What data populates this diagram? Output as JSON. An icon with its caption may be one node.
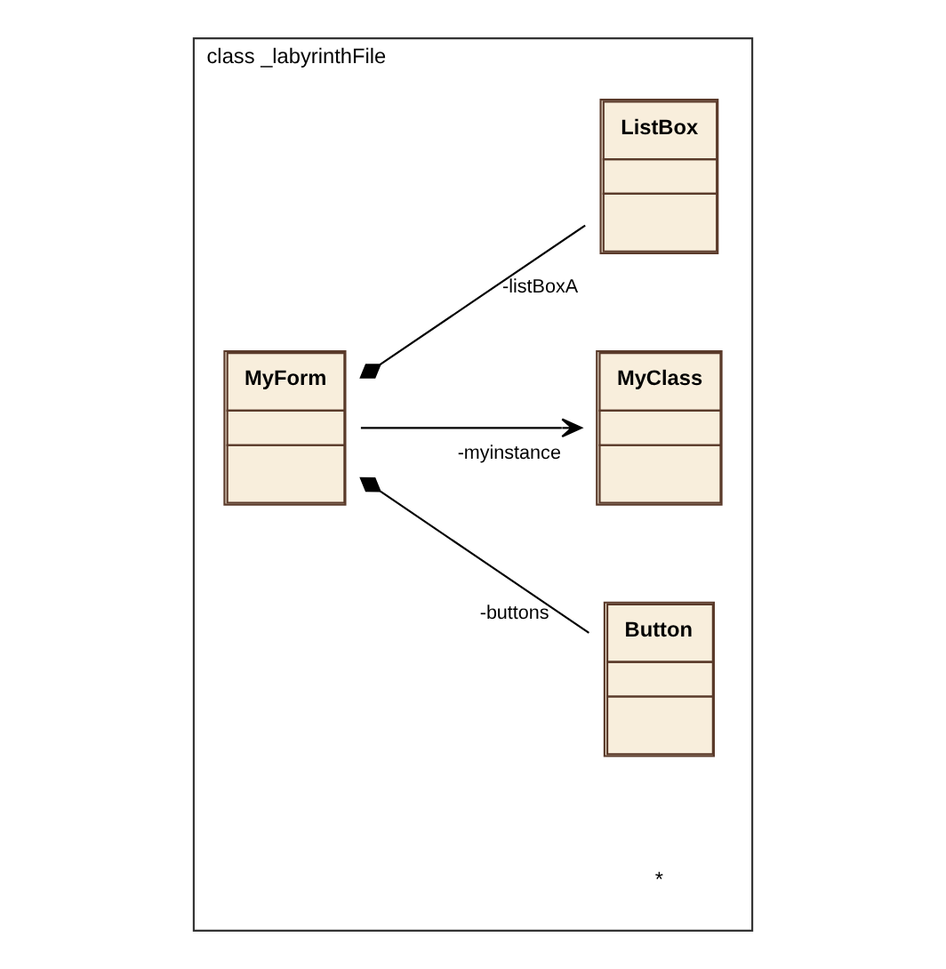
{
  "diagram": {
    "nodes": [
      {
        "text": [
          "class _labyrinthFile"
        ]
      },
      {
        "text": [
          "MyClass"
        ],
        "in": 0
      },
      {
        "text": [
          "MyForm"
        ],
        "in": 0
      },
      {
        "text": [
          "ListBox"
        ],
        "in": 0
      },
      {
        "text": [
          "Button"
        ],
        "in": 0
      }
    ],
    "edges": [
      {
        "from": 2,
        "to": 1,
        "arrow": "to",
        "label": "-myinstance"
      },
      {
        "from": 2,
        "to": 3,
        "arrow": "other",
        "label": "-listBoxA"
      },
      {
        "from": 2,
        "to": 4,
        "arrow": "other",
        "label": "-buttons"
      }
    ],
    "labels": [
      "*"
    ]
  }
}
